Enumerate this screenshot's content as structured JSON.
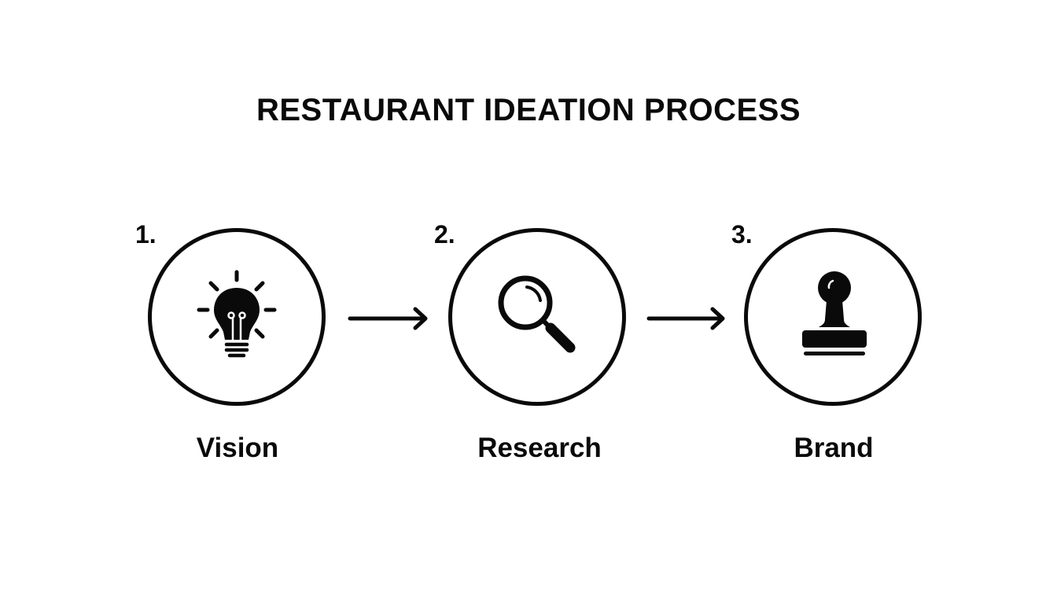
{
  "title": "RESTAURANT IDEATION PROCESS",
  "steps": [
    {
      "number": "1.",
      "label": "Vision",
      "icon": "lightbulb-icon"
    },
    {
      "number": "2.",
      "label": "Research",
      "icon": "magnifying-glass-icon"
    },
    {
      "number": "3.",
      "label": "Brand",
      "icon": "stamp-icon"
    }
  ],
  "colors": {
    "stroke": "#0a0a0a",
    "background": "#ffffff"
  }
}
